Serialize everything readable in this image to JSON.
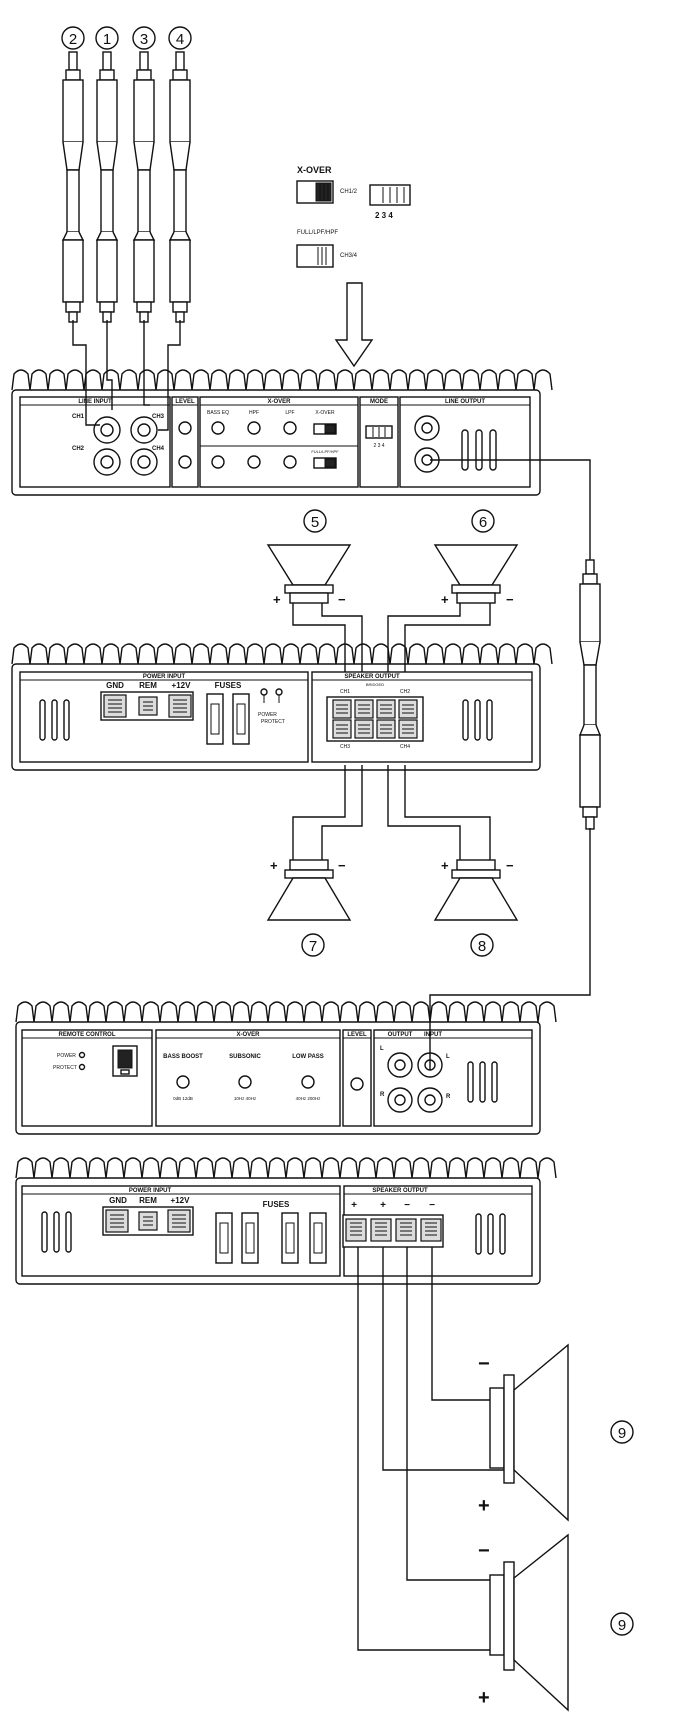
{
  "rca_numbers": [
    "2",
    "1",
    "3",
    "4"
  ],
  "speaker_numbers": {
    "s5": "5",
    "s6": "6",
    "s7": "7",
    "s8": "8",
    "s9a": "9",
    "s9b": "9"
  },
  "inset": {
    "xover": "X-OVER",
    "ch12": "CH1/2",
    "full": "FULL/LPF/HPF",
    "ch34": "CH3/4",
    "mode_nums": "2 3 4"
  },
  "amp1": {
    "line_input": "LINE INPUT",
    "level": "LEVEL",
    "xover": "X-OVER",
    "mode": "MODE",
    "line_output": "LINE OUTPUT",
    "ch1": "CH1",
    "ch2": "CH2",
    "ch3": "CH3",
    "ch4": "CH4",
    "bass_eq": "BASS EQ",
    "hpf": "HPF",
    "lpf": "LPF",
    "xover_sw": "X-OVER",
    "full": "FULL/LPF/HPF",
    "mode_nums": "2 3 4"
  },
  "amp2": {
    "power_input": "POWER INPUT",
    "gnd": "GND",
    "rem": "REM",
    "v12": "+12V",
    "fuses": "FUSES",
    "power": "POWER",
    "protect": "PROTECT",
    "speaker_output": "SPEAKER OUTPUT",
    "ch1": "CH1",
    "ch2": "CH2",
    "ch3": "CH3",
    "ch4": "CH4",
    "bridged": "BRIDGED"
  },
  "amp3": {
    "remote_control": "REMOTE CONTROL",
    "power": "POWER",
    "protect": "PROTECT",
    "xover": "X-OVER",
    "bass_boost": "BASS BOOST",
    "subsonic": "SUBSONIC",
    "low_pass": "LOW PASS",
    "bb_range": "0dB 12dB",
    "sub_range": "10Hz 40Hz",
    "lp_range": "40Hz 200Hz",
    "level": "LEVEL",
    "output": "OUTPUT",
    "input": "INPUT",
    "l": "L",
    "r": "R"
  },
  "amp4": {
    "power_input": "POWER INPUT",
    "gnd": "GND",
    "rem": "REM",
    "v12": "+12V",
    "fuses": "FUSES",
    "speaker_output": "SPEAKER OUTPUT",
    "terminals": [
      "+",
      "+",
      "−",
      "−"
    ]
  },
  "polarity": {
    "plus": "+",
    "minus": "−"
  }
}
